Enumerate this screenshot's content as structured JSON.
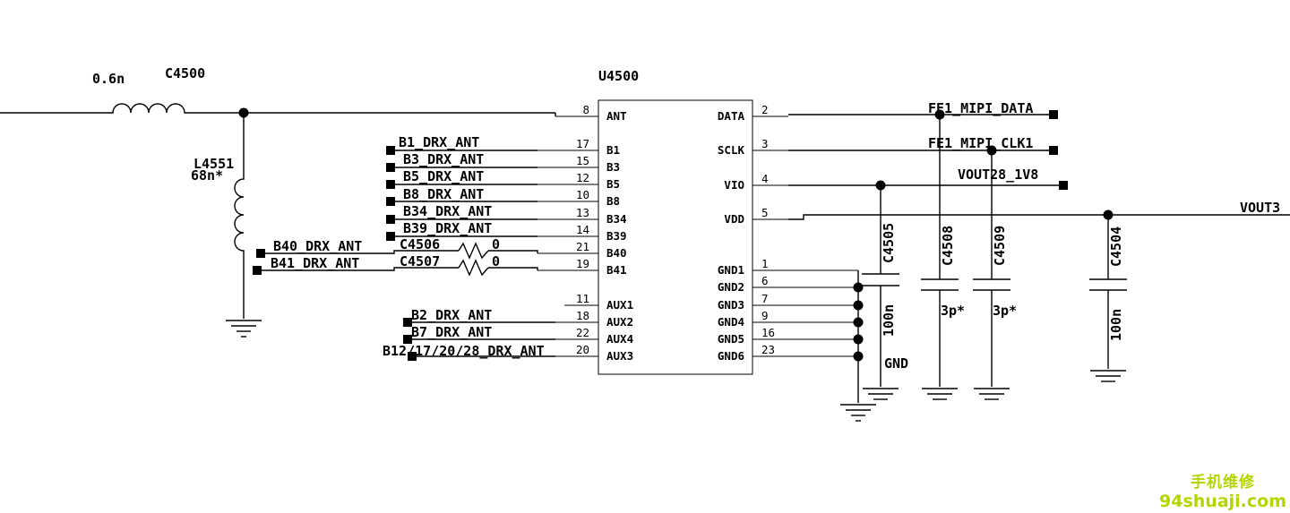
{
  "ic": {
    "ref": "U4500",
    "left_pins": [
      {
        "num": "8",
        "name": "ANT"
      },
      {
        "num": "17",
        "name": "B1"
      },
      {
        "num": "15",
        "name": "B3"
      },
      {
        "num": "12",
        "name": "B5"
      },
      {
        "num": "10",
        "name": "B8"
      },
      {
        "num": "13",
        "name": "B34"
      },
      {
        "num": "14",
        "name": "B39"
      },
      {
        "num": "21",
        "name": "B40"
      },
      {
        "num": "19",
        "name": "B41"
      },
      {
        "num": "11",
        "name": "AUX1"
      },
      {
        "num": "18",
        "name": "AUX2"
      },
      {
        "num": "22",
        "name": "AUX4"
      },
      {
        "num": "20",
        "name": "AUX3"
      }
    ],
    "right_pins": [
      {
        "num": "2",
        "name": "DATA"
      },
      {
        "num": "3",
        "name": "SCLK"
      },
      {
        "num": "4",
        "name": "VIO"
      },
      {
        "num": "5",
        "name": "VDD"
      },
      {
        "num": "1",
        "name": "GND1"
      },
      {
        "num": "6",
        "name": "GND2"
      },
      {
        "num": "7",
        "name": "GND3"
      },
      {
        "num": "9",
        "name": "GND4"
      },
      {
        "num": "16",
        "name": "GND5"
      },
      {
        "num": "23",
        "name": "GND6"
      }
    ]
  },
  "nets": {
    "left": [
      "B1_DRX_ANT",
      "B3_DRX_ANT",
      "B5_DRX_ANT",
      "B8_DRX_ANT",
      "B34_DRX_ANT",
      "B39_DRX_ANT"
    ],
    "b40": "B40_DRX_ANT",
    "b41": "B41_DRX_ANT",
    "aux": [
      "B2_DRX_ANT",
      "B7_DRX_ANT",
      "B12/17/20/28_DRX_ANT"
    ],
    "right": [
      "FE1_MIPI_DATA",
      "FE1_MIPI_CLK1",
      "VOUT28_1V8",
      "VOUT3"
    ],
    "gnd": "GND"
  },
  "components": {
    "inductor_series": {
      "ref": "C4500",
      "value": "0.6n"
    },
    "inductor_shunt": {
      "ref": "L4551",
      "value": "68n*"
    },
    "res_b40": {
      "ref": "C4506",
      "value": "0"
    },
    "res_b41": {
      "ref": "C4507",
      "value": "0"
    },
    "cap_c4505": {
      "ref": "C4505",
      "value": "100n"
    },
    "cap_c4508": {
      "ref": "C4508",
      "value": "3p*"
    },
    "cap_c4509": {
      "ref": "C4509",
      "value": "3p*"
    },
    "cap_c4504": {
      "ref": "C4504",
      "value": "100n"
    }
  },
  "watermark": {
    "cn": "手机维修",
    "url": "94shuaji.com"
  },
  "colors": {
    "line": "#000000",
    "watermark": "#b5d400"
  }
}
